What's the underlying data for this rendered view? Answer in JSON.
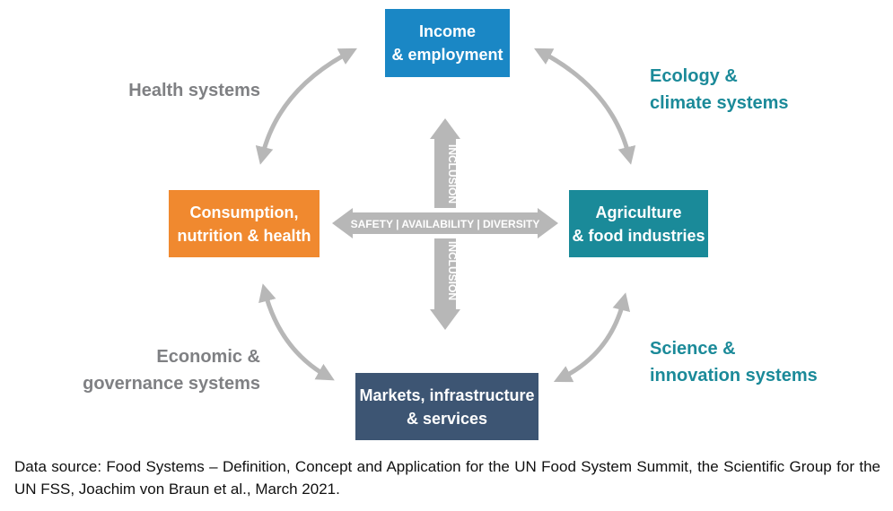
{
  "nodes": {
    "income": {
      "label": "Income\n& employment",
      "color": "#1a87c5"
    },
    "consumption": {
      "label": "Consumption,\nnutrition & health",
      "color": "#f0892f"
    },
    "agriculture": {
      "label": "Agriculture\n& food industries",
      "color": "#1a8a99"
    },
    "markets": {
      "label": "Markets, infrastructure\n& services",
      "color": "#3d5573"
    }
  },
  "systems": {
    "health": "Health systems",
    "ecology": "Ecology &\nclimate systems",
    "economic": "Economic &\ngovernance systems",
    "science": "Science &\ninnovation systems"
  },
  "center": {
    "horizontal": "SAFETY | AVAILABILITY | DIVERSITY",
    "vertical_top": "INCLUSION",
    "vertical_bottom": "INCLUSION"
  },
  "colors": {
    "arrow": "#b7b7b7",
    "system_gray": "#7f8083",
    "system_teal": "#1b8a99"
  },
  "source": "Data source: Food Systems – Definition, Concept and Application for the UN Food System Summit, the Scientific Group for the UN FSS, Joachim von Braun et al., March 2021."
}
